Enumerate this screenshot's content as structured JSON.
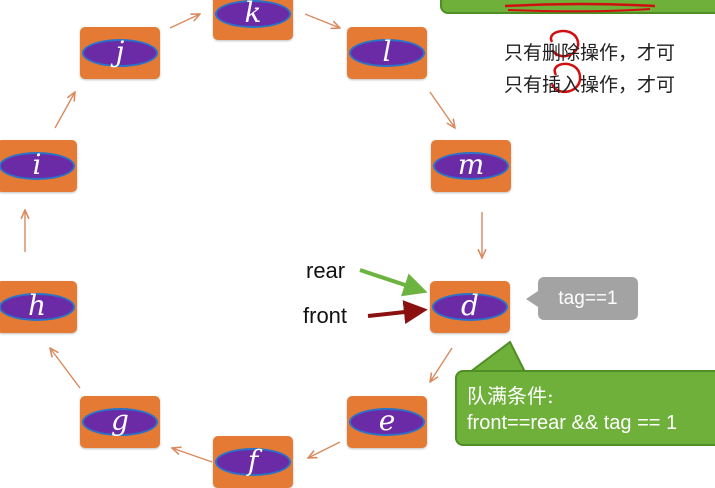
{
  "nodes": {
    "k": "k",
    "l": "l",
    "m": "m",
    "d": "d",
    "e": "e",
    "f": "f",
    "g": "g",
    "h": "h",
    "i": "i",
    "j": "j"
  },
  "pointers": {
    "rear": "rear",
    "front": "front"
  },
  "tag_bubble": "tag==1",
  "condition": {
    "title": "队满条件:",
    "expr_part1": "front==rear",
    "expr_part2": " && tag == 1"
  },
  "notes": {
    "line1": "只有删除操作，才可",
    "line2": "只有插入操作，才可"
  },
  "colors": {
    "node_fill": "#e57a34",
    "oval_fill": "#6b2aa6",
    "ring_arrow": "#d98a5f",
    "rear_arrow": "#6db33f",
    "front_arrow": "#8b1010",
    "bubble_green": "#6eb03a",
    "tag_gray": "#a3a3a3",
    "red_mark": "#d01010"
  }
}
